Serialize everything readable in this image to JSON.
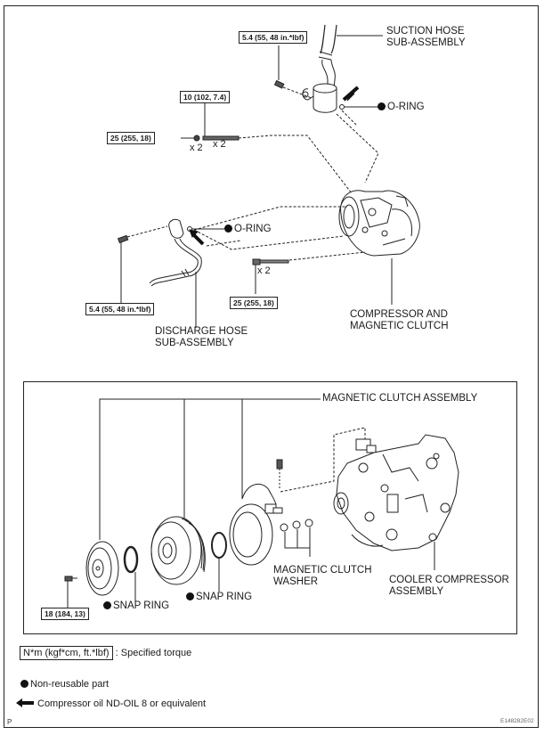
{
  "diagram": {
    "top_section": {
      "suction_hose_label": [
        "SUCTION HOSE",
        "SUB-ASSEMBLY"
      ],
      "suction_torque": "5.4 (55, 48 in.*lbf)",
      "suction_oring": "O-RING",
      "bolt_torque_top": "10 (102, 7.4)",
      "nut_torque_left": "25 (255, 18)",
      "nut_qty": "x 2",
      "bolt_qty": "x 2",
      "discharge_oring": "O-RING",
      "discharge_torque": "5.4 (55, 48 in.*lbf)",
      "compressor_bolt_torque": "25 (255, 18)",
      "compressor_bolt_qty": "x 2",
      "discharge_hose_label": [
        "DISCHARGE HOSE",
        "SUB-ASSEMBLY"
      ],
      "compressor_label": [
        "COMPRESSOR AND",
        "MAGNETIC CLUTCH"
      ]
    },
    "detail_section": {
      "magnetic_clutch_assembly": "MAGNETIC CLUTCH ASSEMBLY",
      "hub_bolt_torque": "18 (184, 13)",
      "snap_ring_1": "SNAP RING",
      "snap_ring_2": "SNAP RING",
      "washer_label": [
        "MAGNETIC CLUTCH",
        "WASHER"
      ],
      "cooler_compressor_label": [
        "COOLER COMPRESSOR",
        "ASSEMBLY"
      ]
    },
    "legend": {
      "torque_unit": "N*m (kgf*cm, ft.*lbf)",
      "torque_desc": ": Specified torque",
      "non_reusable": "Non-reusable part",
      "oil": "Compressor oil ND-OIL 8 or equivalent"
    },
    "footer": {
      "page_marker": "P",
      "figure_id": "E148282E02"
    },
    "icons": {
      "non_reusable": "filled-circle-icon",
      "oil": "left-arrow-icon"
    }
  }
}
